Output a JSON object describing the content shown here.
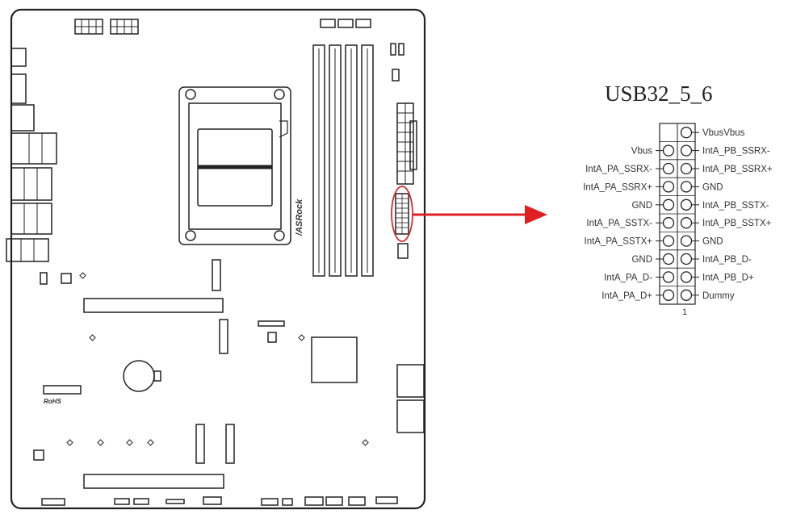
{
  "title": "USB32_5_6",
  "board": {
    "brand_text": "/ASRock",
    "rohs_text": "RoHS"
  },
  "pin_number_label": "1",
  "left_labels": [
    "Vbus",
    "IntA_PA_SSRX-",
    "IntA_PA_SSRX+",
    "GND",
    "IntA_PA_SSTX-",
    "IntA_PA_SSTX+",
    "GND",
    "IntA_PA_D-",
    "IntA_PA_D+"
  ],
  "right_labels": [
    "VbusVbus",
    "IntA_PB_SSRX-",
    "IntA_PB_SSRX+",
    "GND",
    "IntA_PB_SSTX-",
    "IntA_PB_SSTX+",
    "GND",
    "IntA_PB_D-",
    "IntA_PB_D+",
    "Dummy"
  ],
  "colors": {
    "arrow": "#e02020",
    "highlight": "#d03030",
    "stroke": "#222222"
  }
}
